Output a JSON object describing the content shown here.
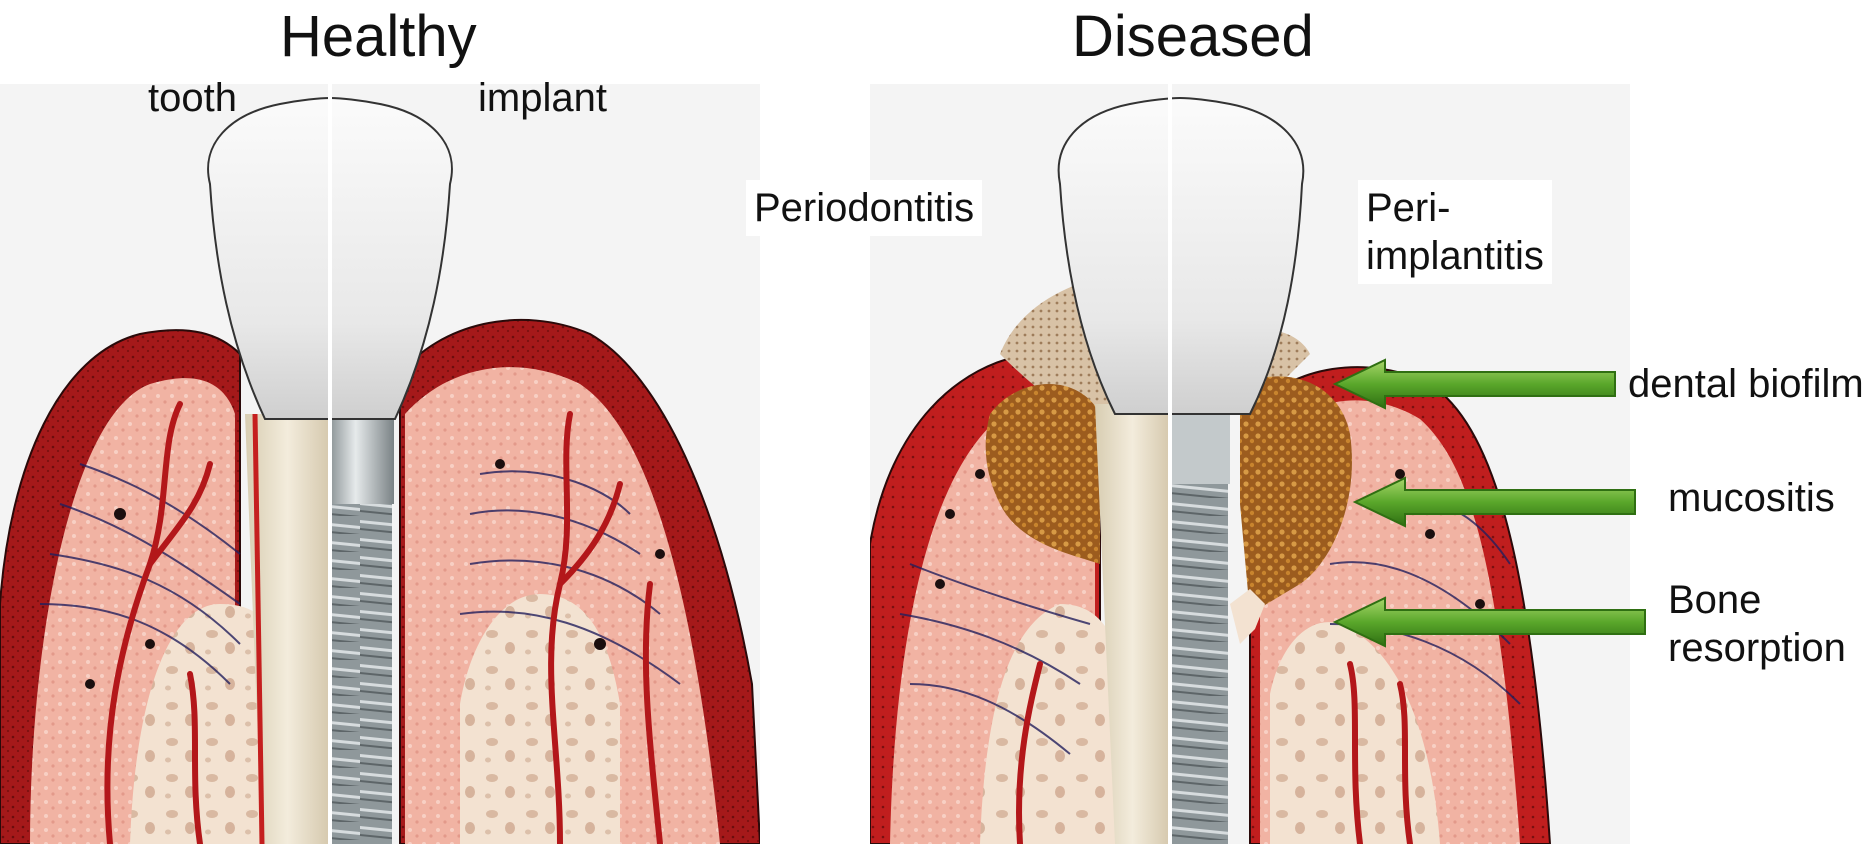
{
  "titles": {
    "healthy": "Healthy",
    "diseased": "Diseased"
  },
  "healthy_labels": {
    "tooth": "tooth",
    "implant": "implant"
  },
  "diseased_labels": {
    "periodontitis": "Periodontitis",
    "peri_implantitis_line1": "Peri-",
    "peri_implantitis_line2": "implantitis"
  },
  "arrows": [
    {
      "id": "biofilm",
      "label": "dental biofilm"
    },
    {
      "id": "mucositis",
      "label": "mucositis"
    },
    {
      "id": "bone",
      "label_line1": "Bone",
      "label_line2": "resorption"
    }
  ],
  "colors": {
    "gum_dark": "#8e1414",
    "gum_red": "#c51f1f",
    "tissue_pink": "#f1b3a3",
    "bone": "#f2e0cf",
    "vessel": "#b3171a",
    "fiber": "#23205e",
    "crown": "#eeeeee",
    "root": "#e6dcc7",
    "implant_metal": "#8c9497",
    "inflamed": "#b7762e",
    "biofilm": "#c8ad8e",
    "arrow_green": "#5aa72b"
  }
}
